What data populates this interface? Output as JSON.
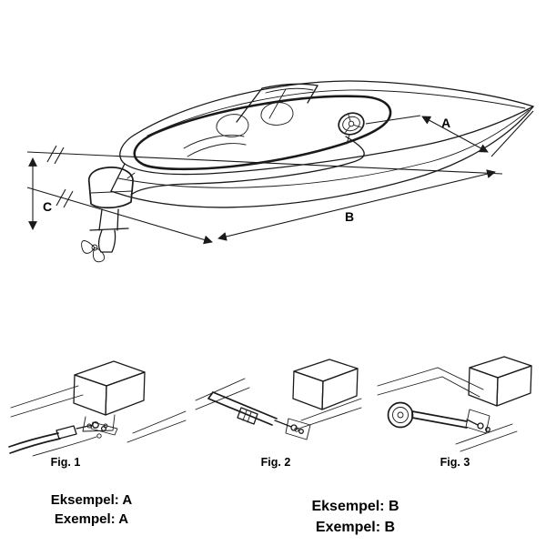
{
  "diagram": {
    "dimension_labels": {
      "a": "A",
      "b": "B",
      "c": "C"
    },
    "figures": [
      {
        "caption": "Fig. 1"
      },
      {
        "caption": "Fig. 2"
      },
      {
        "caption": "Fig. 3"
      }
    ],
    "examples": [
      {
        "line1": "Eksempel: A",
        "line2": "Exempel: A"
      },
      {
        "line1": "Eksempel: B",
        "line2": "Exempel: B"
      }
    ],
    "colors": {
      "ink": "#1a1a1a",
      "background": "#ffffff"
    }
  }
}
